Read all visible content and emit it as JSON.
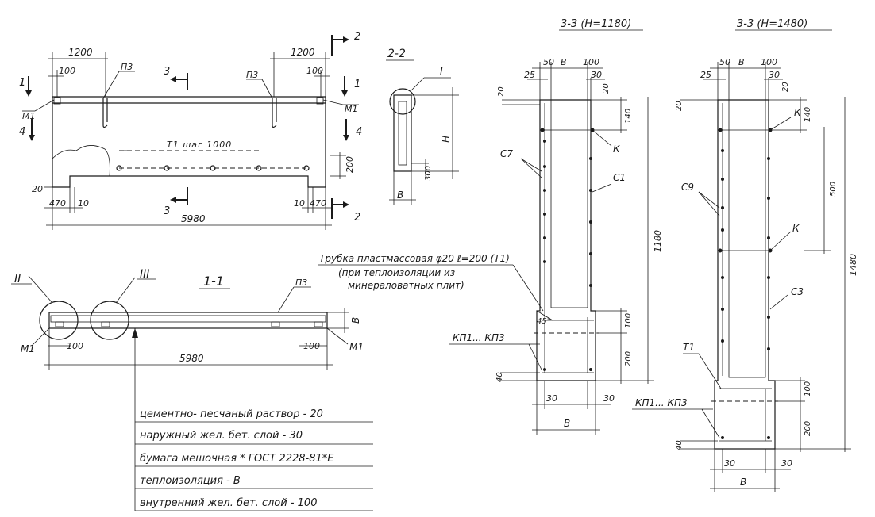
{
  "elevation": {
    "dim_top_left": "1200",
    "dim_top_right": "1200",
    "dim_100_left": "100",
    "dim_100_right": "100",
    "p3_left": "П3",
    "p3_right": "П3",
    "m1_left": "М1",
    "m1_right": "М1",
    "t1_note": "Т1 шаг 1000",
    "dim_200": "200",
    "dim_20": "20",
    "dim_470_left": "470",
    "dim_10_left": "10",
    "dim_10_right": "10",
    "dim_470_right": "470",
    "dim_5980": "5980",
    "cut_1_left": "1",
    "cut_1_right": "1",
    "cut_2_top": "2",
    "cut_2_bottom": "2",
    "cut_3_top": "3",
    "cut_3_bottom": "3",
    "cut_4_left": "4",
    "cut_4_right": "4"
  },
  "section_2_2": {
    "title": "2-2",
    "callout": "I",
    "dim_h": "Н",
    "dim_300": "300",
    "dim_b": "В"
  },
  "section_1_1": {
    "title": "1-1",
    "callout_2": "II",
    "callout_3": "III",
    "p3": "П3",
    "m1_left": "М1",
    "m1_right": "М1",
    "dim_100_left": "100",
    "dim_100_right": "100",
    "dim_5980": "5980",
    "dim_b": "В"
  },
  "layers": [
    "цементно- песчаный раствор - 20",
    "наружный жел. бет. слой - 30",
    "бумага мешочная * ГОСТ 2228-81*Е",
    "теплоизоляция - В",
    "внутренний жел. бет. слой - 100"
  ],
  "tube_note": {
    "line1": "Трубка пластмассовая φ20 ℓ=200 (Т1)",
    "line2": "(при теплоизоляции из",
    "line3": "минераловатных плит)"
  },
  "section_3_1180": {
    "title": "3-3 (Н=1180)",
    "dim_50": "50",
    "dim_b_top": "В",
    "dim_100_top": "100",
    "dim_25": "25",
    "dim_30_top": "30",
    "dim_20_left": "20",
    "dim_20_right": "20",
    "dim_140": "140",
    "label_k1": "К",
    "label_c7": "С7",
    "label_c1": "С1",
    "dim_1180": "1180",
    "angle": "45°",
    "label_kp": "КП1... КП3",
    "dim_100_mid": "100",
    "dim_200": "200",
    "dim_40": "40",
    "dim_30_bl": "30",
    "dim_30_br": "30",
    "dim_b_bottom": "В"
  },
  "section_3_1480": {
    "title": "3-3 (Н=1480)",
    "dim_50": "50",
    "dim_b_top": "В",
    "dim_100_top": "100",
    "dim_25": "25",
    "dim_30_top": "30",
    "dim_20_left": "20",
    "dim_20_right": "20",
    "dim_140": "140",
    "label_k1": "К",
    "label_k2": "К",
    "label_c9": "С9",
    "label_c3": "С3",
    "label_t1": "Т1",
    "dim_500": "500",
    "dim_1480": "1480",
    "label_kp": "КП1... КП3",
    "dim_100_mid": "100",
    "dim_200": "200",
    "dim_40": "40",
    "dim_30_bl": "30",
    "dim_30_br": "30",
    "dim_b_bottom": "В"
  }
}
